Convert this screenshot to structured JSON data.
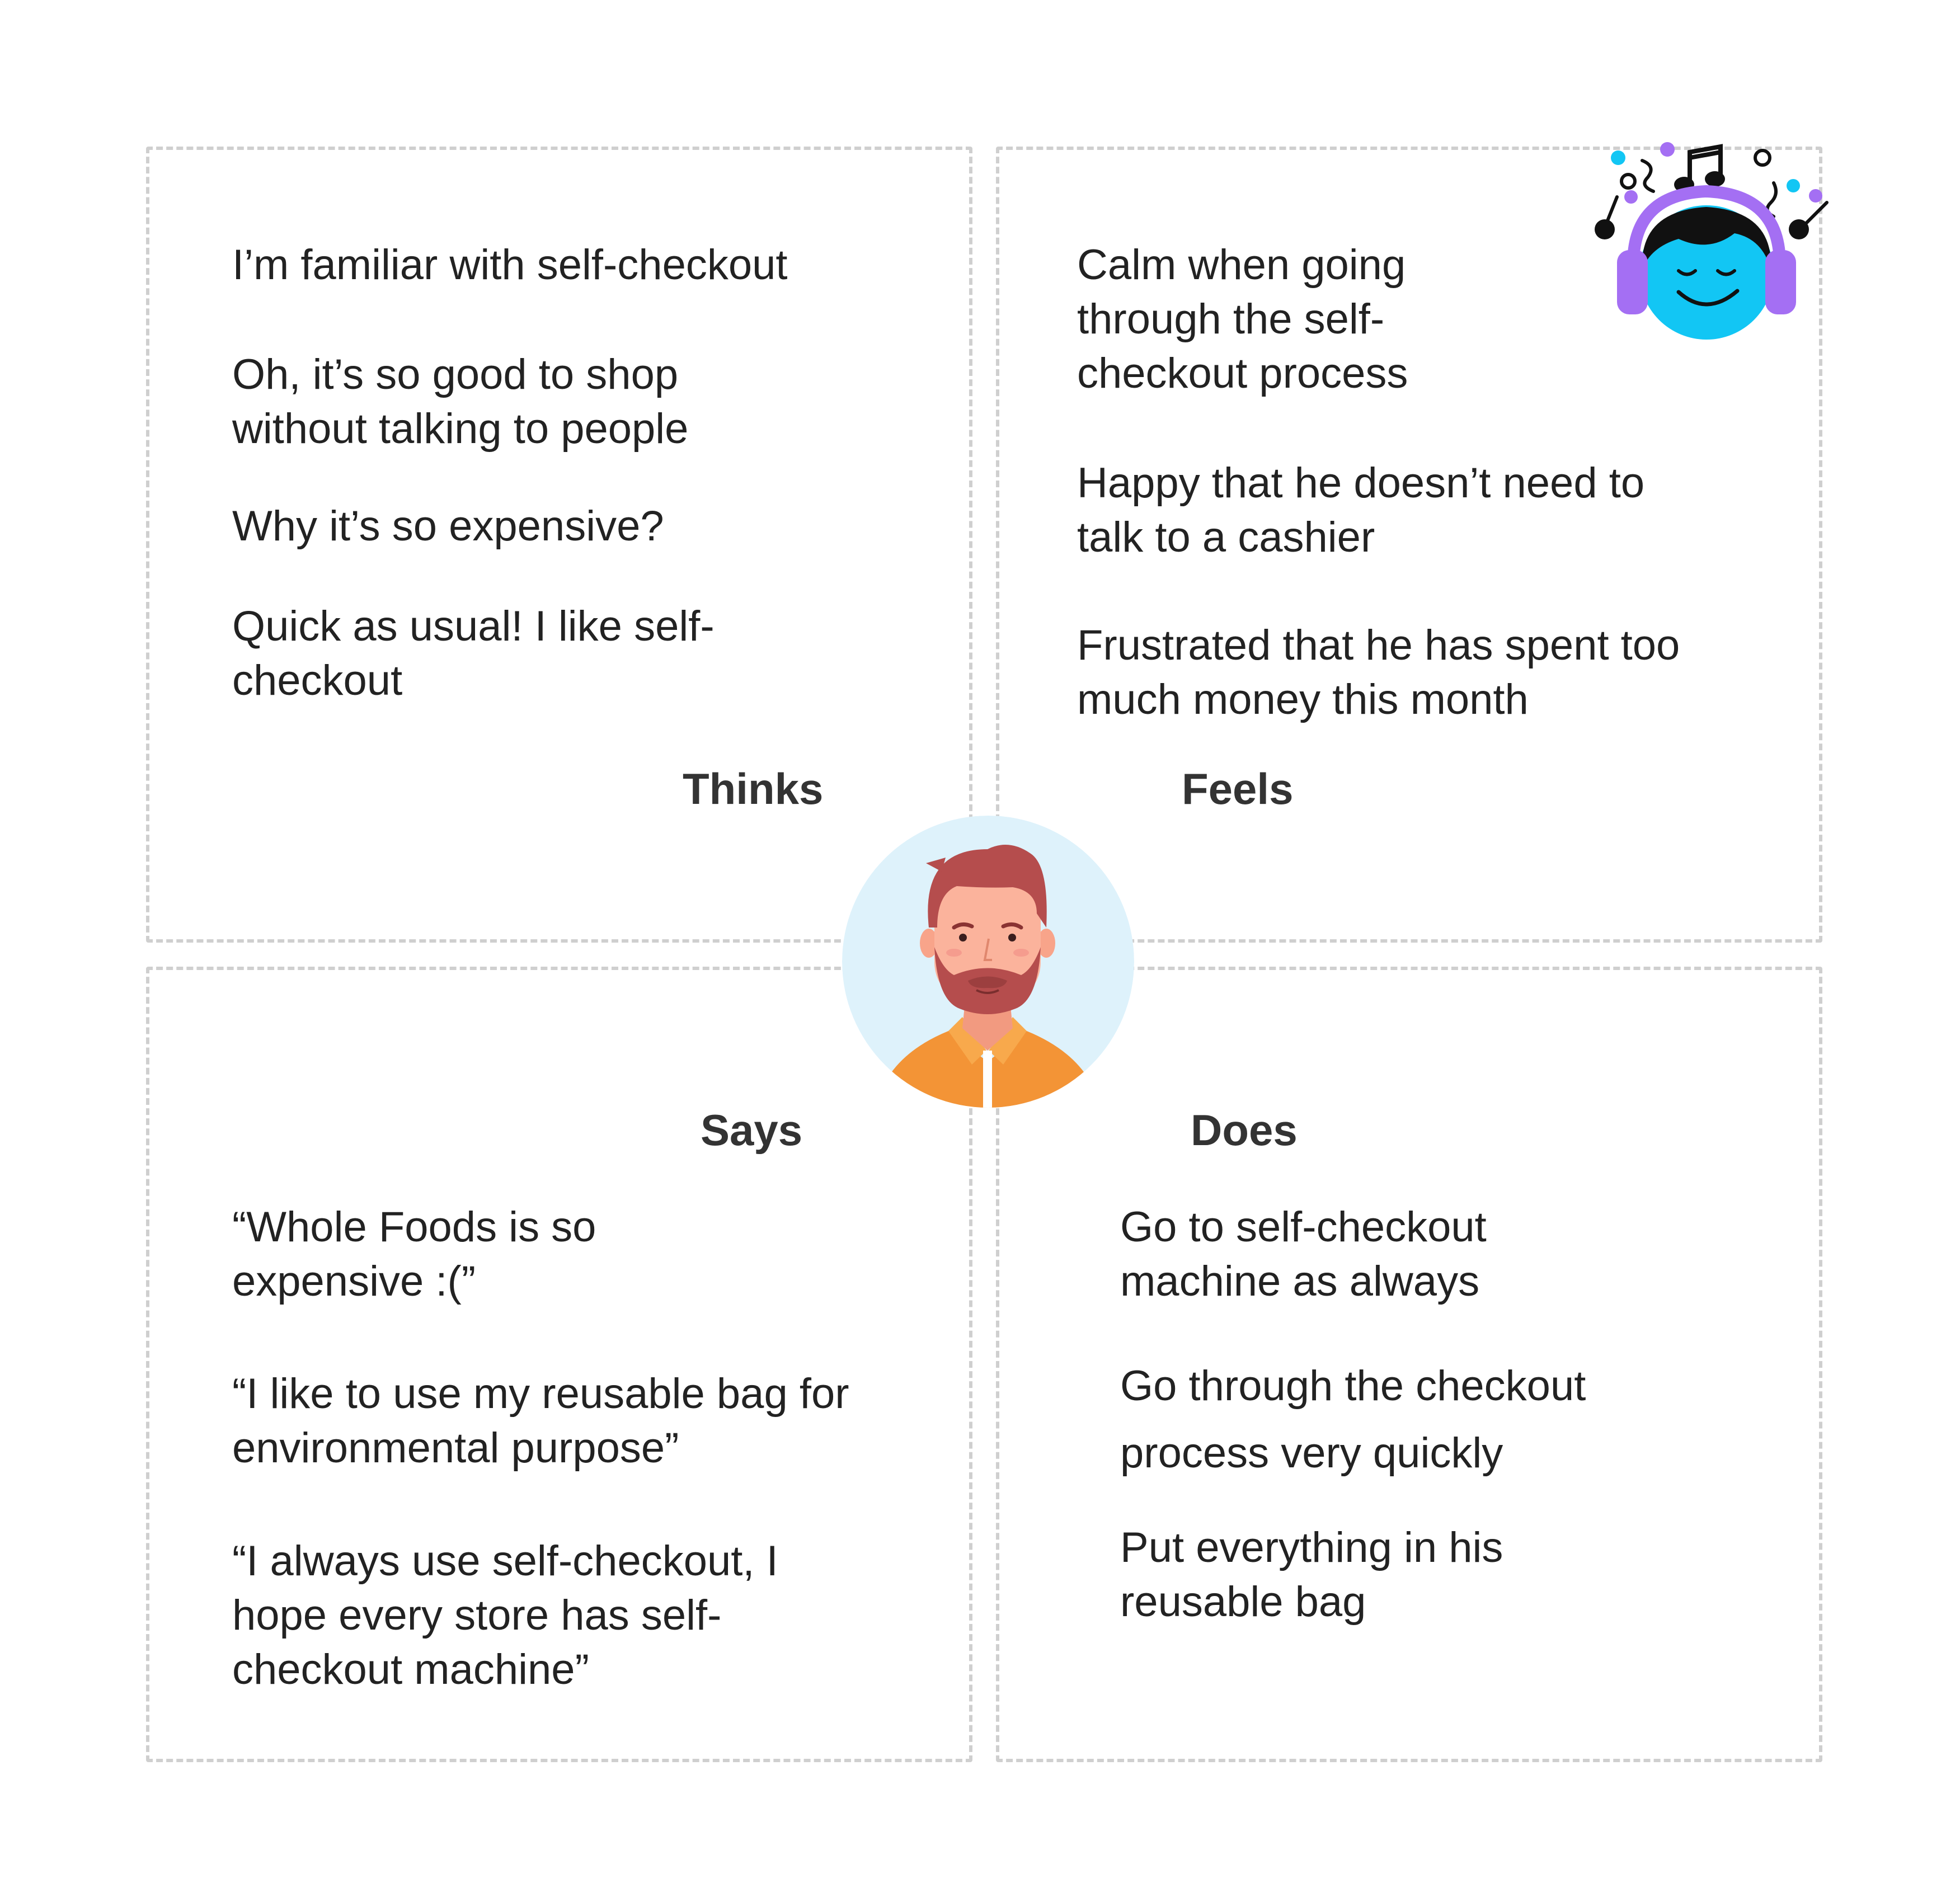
{
  "thinks": {
    "label": "Thinks",
    "items": [
      [
        "I’m familiar with self-checkout"
      ],
      [
        "Oh, it’s so good to shop",
        "without talking to people"
      ],
      [
        "Why it’s so expensive?"
      ],
      [
        "Quick as usual! I like self-",
        "checkout"
      ]
    ]
  },
  "feels": {
    "label": "Feels",
    "items": [
      [
        "Calm when going",
        "through the self-",
        "checkout process"
      ],
      [
        "Happy that he doesn’t need to",
        "talk to a cashier"
      ],
      [
        "Frustrated that he has spent too",
        "much money this month"
      ]
    ]
  },
  "says": {
    "label": "Says",
    "items": [
      [
        "“Whole Foods is so",
        "expensive :(”"
      ],
      [
        "“I like to use my reusable bag for",
        "environmental purpose”"
      ],
      [
        "“I always use self-checkout, I",
        "hope every store has self-",
        "checkout machine”"
      ]
    ]
  },
  "does": {
    "label": "Does",
    "items": [
      [
        "Go to self-checkout",
        "machine as always"
      ],
      [
        "Go through the checkout",
        "process very quickly"
      ],
      [
        "Put everything in his",
        "reusable bag"
      ]
    ]
  },
  "colors": {
    "border": "#cfcfcf",
    "text": "#222222",
    "avatar_bg": "#def2fb",
    "hair": "#b54d4d",
    "skin": "#fbb39c",
    "shirt": "#f39436",
    "music_face": "#12c6f4",
    "music_headphones": "#a46ff3"
  }
}
